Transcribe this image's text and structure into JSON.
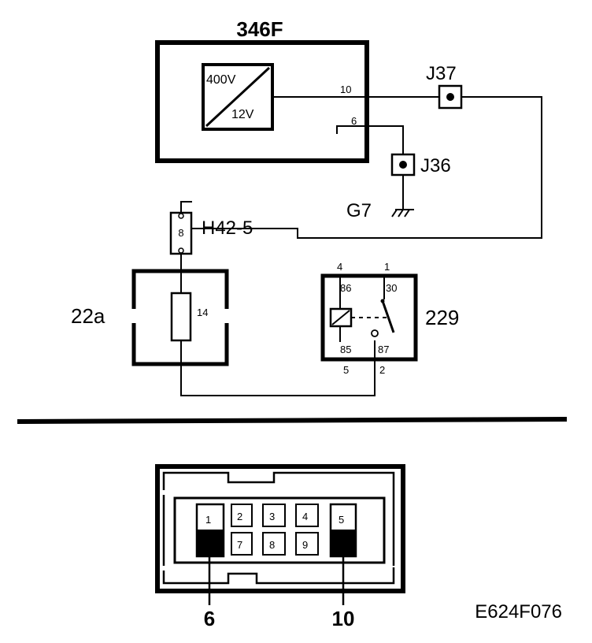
{
  "components": {
    "c346f": {
      "label": "346F",
      "upper_voltage": "400V",
      "lower_voltage": "12V",
      "pin_10": "10",
      "pin_6": "6"
    },
    "j37": {
      "label": "J37"
    },
    "j36": {
      "label": "J36"
    },
    "g7": {
      "label": "G7"
    },
    "h42_5": {
      "label": "H42-5",
      "pin": "8"
    },
    "c22a": {
      "label": "22a",
      "fuse": "14"
    },
    "relay229": {
      "label": "229",
      "pin_4": "4",
      "pin_1": "1",
      "pin_86": "86",
      "pin_30": "30",
      "pin_85": "85",
      "pin_87": "87",
      "pin_5": "5",
      "pin_2": "2"
    }
  },
  "connector": {
    "top_pins": [
      "1",
      "2",
      "3",
      "4",
      "5"
    ],
    "bottom_pins": [
      "7",
      "8",
      "9"
    ],
    "callout_left": "6",
    "callout_right": "10"
  },
  "reference_code": "E624F076"
}
